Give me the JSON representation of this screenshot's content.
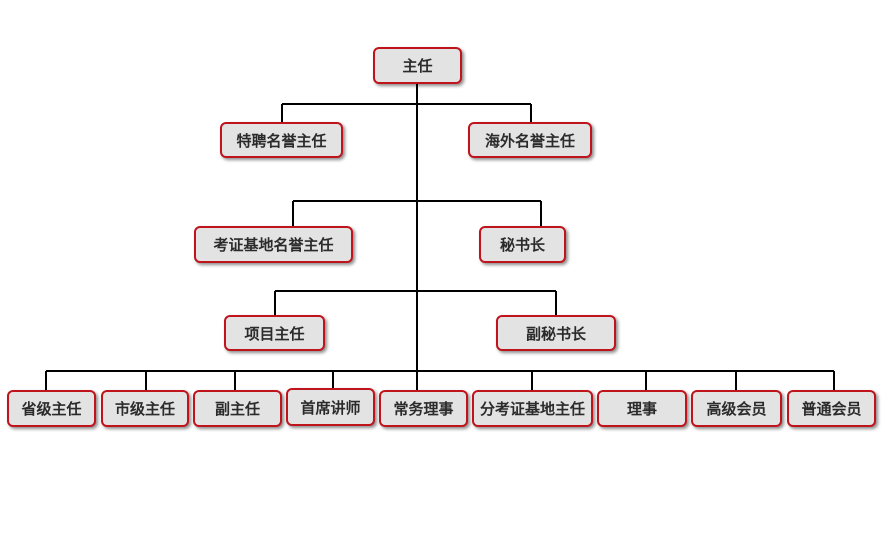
{
  "org_chart": {
    "root": "主任",
    "level1": [
      "特聘名誉主任",
      "海外名誉主任"
    ],
    "level2": [
      "考证基地名誉主任",
      "秘书长"
    ],
    "level3": [
      "项目主任",
      "副秘书长"
    ],
    "bottom": [
      "省级主任",
      "市级主任",
      "副主任",
      "首席讲师",
      "常务理事",
      "分考证基地主任",
      "理事",
      "高级会员",
      "普通会员"
    ]
  },
  "colors": {
    "box_fill": "#e3e3e3",
    "box_border": "#c0141c",
    "line": "#000000",
    "text": "#2b2b2b"
  }
}
